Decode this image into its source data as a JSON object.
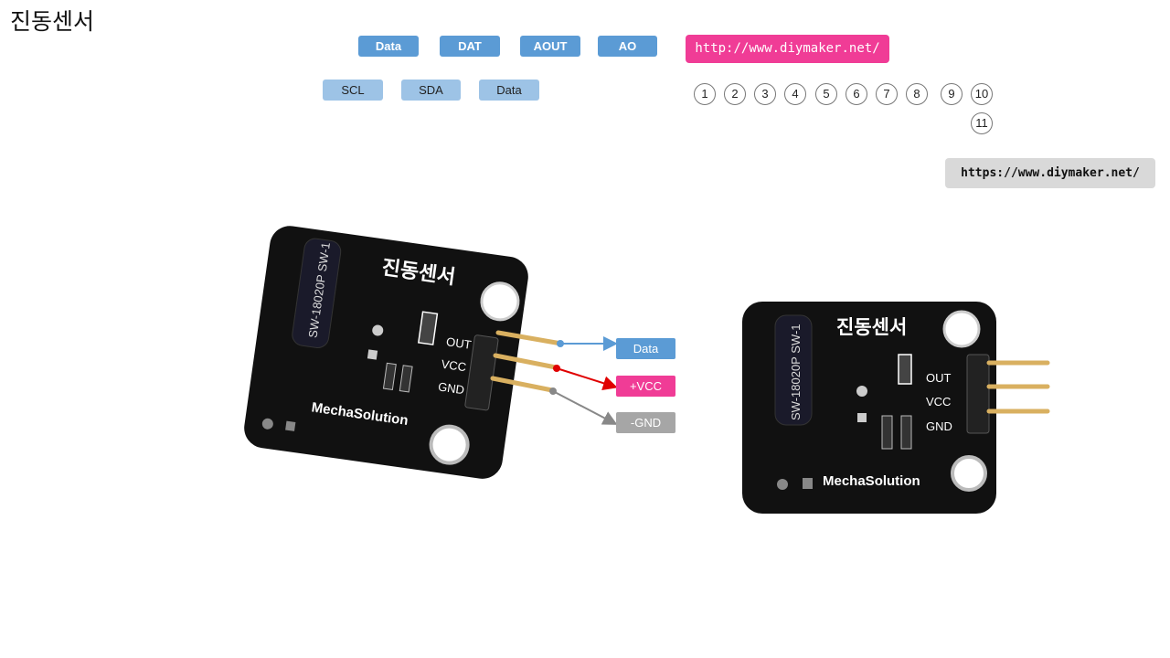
{
  "title": "진동센서",
  "top_labels": [
    "Data",
    "DAT",
    "AOUT",
    "AO"
  ],
  "second_labels": [
    "SCL",
    "SDA",
    "Data"
  ],
  "link_pink": "http://www.diymaker.net/",
  "link_gray": "https://www.diymaker.net/",
  "numbers": [
    "1",
    "2",
    "3",
    "4",
    "5",
    "6",
    "7",
    "8",
    "9",
    "10",
    "11"
  ],
  "pins": {
    "data": "Data",
    "vcc": "+VCC",
    "gnd": "-GND"
  },
  "board": {
    "title": "진동센서",
    "brand": "MechaSolution",
    "sensor_text": "SW-18020P SW-1",
    "pin_out": "OUT",
    "pin_vcc": "VCC",
    "pin_gnd": "GND"
  },
  "colors": {
    "blue": "#5b9bd5",
    "light_blue": "#9dc3e6",
    "pink": "#f03c96",
    "gray": "#a6a6a6",
    "wire_red": "#e00000"
  }
}
